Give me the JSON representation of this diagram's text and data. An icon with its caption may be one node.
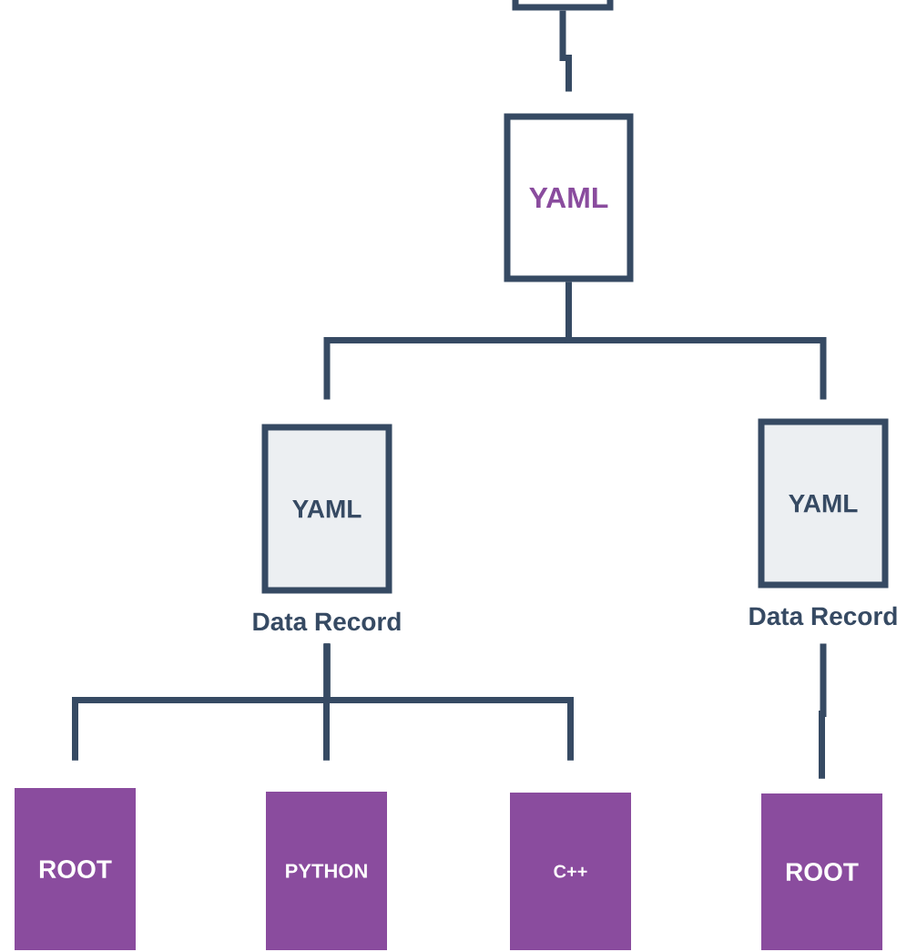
{
  "diagram": {
    "nodes": [
      {
        "text": [],
        "shape": "box"
      },
      {
        "text": [
          "YAML"
        ]
      },
      {
        "text": [
          "YAML"
        ],
        "beside": [
          "Data Record"
        ]
      },
      {
        "text": [
          "YAML"
        ],
        "beside": [
          "Data Record"
        ]
      },
      {
        "text": [
          "ROOT"
        ]
      },
      {
        "text": [
          "PYTHON"
        ]
      },
      {
        "text": [
          "C++"
        ]
      },
      {
        "text": [
          "ROOT"
        ]
      }
    ],
    "edges": [
      {
        "from": 0,
        "to": 1,
        "arrow": "none"
      },
      {
        "from": 1,
        "to": 2,
        "arrow": "none"
      },
      {
        "from": 1,
        "to": 3,
        "arrow": "none"
      },
      {
        "from": 2,
        "to": 4,
        "arrow": "none"
      },
      {
        "from": 2,
        "to": 5,
        "arrow": "none"
      },
      {
        "from": 2,
        "to": 6,
        "arrow": "none"
      },
      {
        "from": 3,
        "to": 7,
        "arrow": "none"
      }
    ]
  }
}
